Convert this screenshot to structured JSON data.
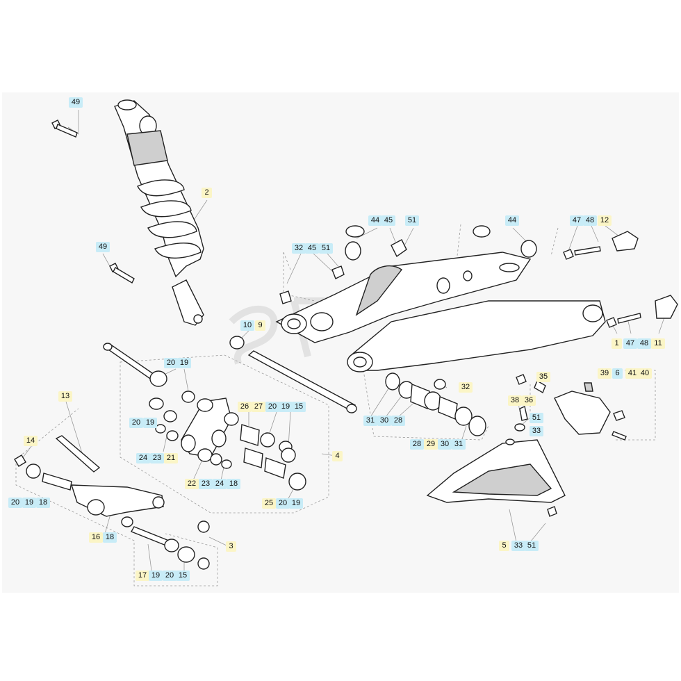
{
  "callouts": {
    "c49a": "49",
    "c2": "2",
    "c49b": "49",
    "c44a": "44",
    "c45a": "45",
    "c51a": "51",
    "c44b": "44",
    "c47a": "47",
    "c48a": "48",
    "c12": "12",
    "c32a": "32",
    "c45b": "45",
    "c51b": "51",
    "c10": "10",
    "c9": "9",
    "c1": "1",
    "c47b": "47",
    "c48b": "48",
    "c11": "11",
    "c20a": "20",
    "c19a": "19",
    "c35": "35",
    "c39": "39",
    "c6": "6",
    "c41": "41",
    "c40": "40",
    "c13": "13",
    "c32b": "32",
    "c26": "26",
    "c27": "27",
    "c20b": "20",
    "c19b": "19",
    "c15a": "15",
    "c38": "38",
    "c36": "36",
    "c20c": "20",
    "c19c": "19",
    "c31a": "31",
    "c30a": "30",
    "c28a": "28",
    "c51c": "51",
    "c33a": "33",
    "c14": "14",
    "c24a": "24",
    "c23a": "23",
    "c21": "21",
    "c28b": "28",
    "c29": "29",
    "c30b": "30",
    "c31b": "31",
    "c4": "4",
    "c22": "22",
    "c23b": "23",
    "c24b": "24",
    "c18a": "18",
    "c20d": "20",
    "c19d": "19",
    "c18b": "18",
    "c25": "25",
    "c20e": "20",
    "c19e": "19",
    "c16": "16",
    "c18c": "18",
    "c3": "3",
    "c5": "5",
    "c33b": "33",
    "c51d": "51",
    "c17": "17",
    "c19f": "19",
    "c20f": "20",
    "c15b": "15"
  }
}
